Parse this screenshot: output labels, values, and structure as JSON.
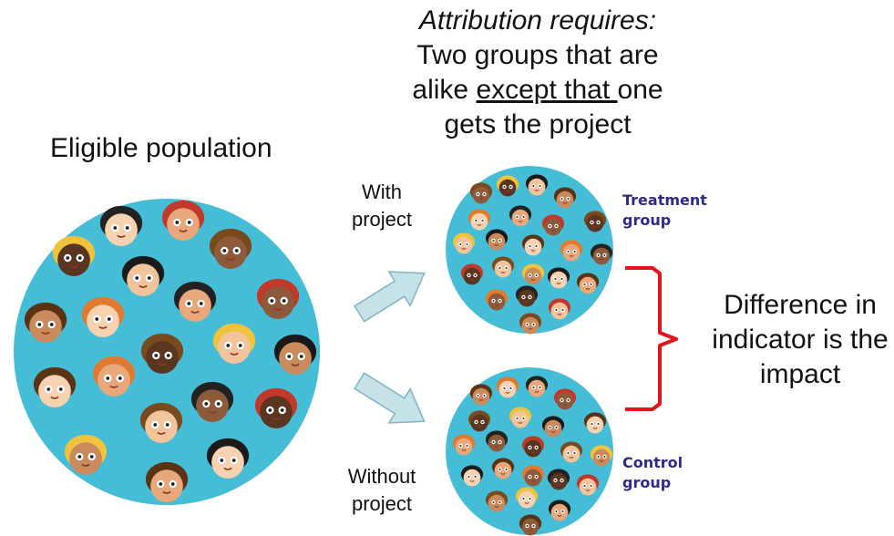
{
  "headline": {
    "italic_line": "Attribution requires:",
    "line2": "Two groups that are",
    "line3_before": "alike ",
    "line3_underlined": "except that ",
    "line3_after": "one",
    "line4": "gets the project"
  },
  "population_label": "Eligible population",
  "with_project": {
    "line1": "With",
    "line2": "project"
  },
  "without_project": {
    "line1": "Without",
    "line2": "project"
  },
  "treatment_label": {
    "line1": "Treatment",
    "line2": "group"
  },
  "control_label": {
    "line1": "Control",
    "line2": "group"
  },
  "difference_label": {
    "line1": "Difference in",
    "line2": "indicator is the",
    "line3": "impact"
  },
  "colors": {
    "circle_fill": "#45bdd6",
    "arrow_fill": "#c5e2e8",
    "arrow_stroke": "#7fb5c2",
    "brace": "#e4141b",
    "group_label": "#2e2a86"
  }
}
